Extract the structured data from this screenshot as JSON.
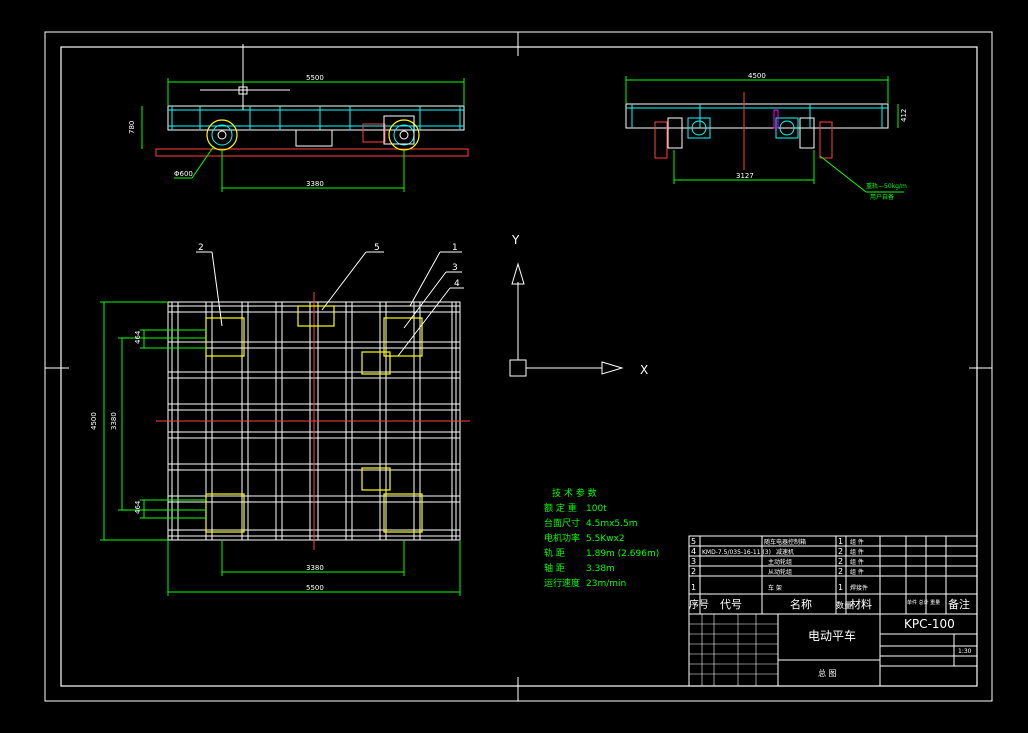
{
  "side_view": {
    "length_dim": "5500",
    "height_dim": "780",
    "wheel_dim": "Φ600",
    "wheelbase_dim": "3380"
  },
  "end_view": {
    "width_dim": "4500",
    "height_dim": "412",
    "gauge_dim": "3127",
    "rail_note": "重轨—50kg/m",
    "rail_note2": "用户自备"
  },
  "plan_view": {
    "balloons": [
      "2",
      "5",
      "1",
      "3",
      "4"
    ],
    "width_dim": "4500",
    "inner_dim": "3380",
    "wheel_dim_top": "464",
    "wheel_dim_bottom": "464",
    "wheelbase_dim": "3380",
    "length_dim": "5500"
  },
  "axes": {
    "y": "Y",
    "x": "X"
  },
  "tech_params": {
    "title": "技 术 参 数",
    "rows": [
      {
        "label": "额 定 重",
        "value": "100t"
      },
      {
        "label": "台面尺寸",
        "value": "4.5mx5.5m"
      },
      {
        "label": "电机功率",
        "value": "5.5Kwx2"
      },
      {
        "label": "轨    距",
        "value": "1.89m  (2.696m)"
      },
      {
        "label": "轴    距",
        "value": "3.38m"
      },
      {
        "label": "运行速度",
        "value": "23m/min"
      }
    ]
  },
  "parts_list": {
    "rows": [
      {
        "no": "5",
        "code": "",
        "name": "随车电器控制箱",
        "qty": "1",
        "material": "组 件"
      },
      {
        "no": "4",
        "code": "KMD-7.5/035-16-11 (3)",
        "name": "减速机",
        "qty": "2",
        "material": "组 件"
      },
      {
        "no": "3",
        "code": "",
        "name": "主动轮组",
        "qty": "2",
        "material": "组 件"
      },
      {
        "no": "2",
        "code": "",
        "name": "从动轮组",
        "qty": "2",
        "material": "组 件"
      },
      {
        "no": "1",
        "code": "",
        "name": "车    架",
        "qty": "1",
        "material": "焊接件"
      }
    ],
    "header": {
      "no": "序号",
      "code": "代号",
      "name": "名称",
      "qty": "数量",
      "material": "材料",
      "weight": "单件 总计 重量",
      "remark": "备注"
    }
  },
  "title_block": {
    "product_name": "电动平车",
    "drawing_no": "KPC-100",
    "assembly": "总 图",
    "scale": "1:30"
  }
}
